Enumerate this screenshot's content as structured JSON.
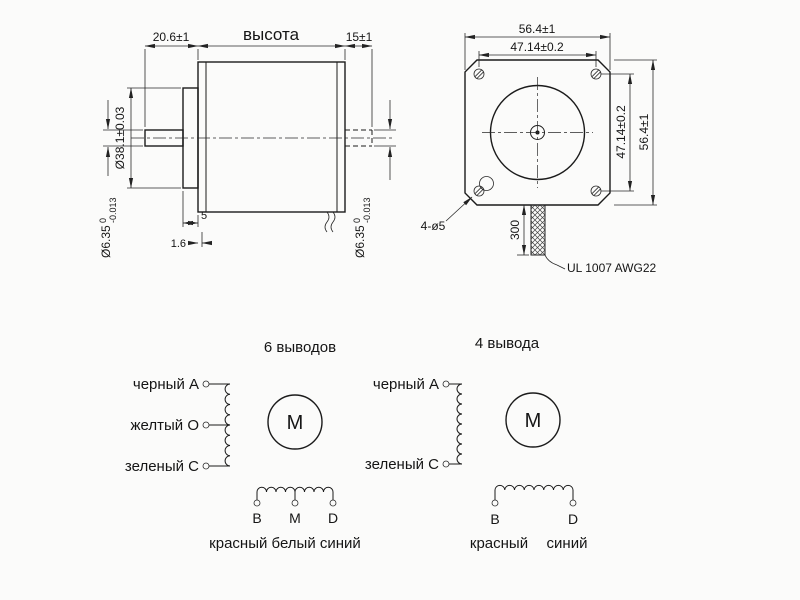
{
  "drawing": {
    "side_view": {
      "dim_shaft_length": "20.6±1",
      "dim_body_length_label": "высота",
      "dim_rear_shaft": "15±1",
      "dim_pilot_diameter": "Ø38.1±0.03",
      "front_shaft": {
        "dia": "Ø6.35",
        "tol_upper": "0",
        "tol_lower": "-0.013"
      },
      "rear_shaft": {
        "dia": "Ø6.35",
        "tol_upper": "0",
        "tol_lower": "-0.013"
      },
      "dim_boss_height": "5",
      "dim_step": "1.6"
    },
    "front_view": {
      "dim_outer_width": "56.4±1",
      "dim_hole_spacing_h": "47.14±0.2",
      "dim_hole_spacing_v": "47.14±0.2",
      "dim_outer_height": "56.4±1",
      "holes_label": "4-ø5",
      "cable_length": "300",
      "cable_spec": "UL 1007 AWG22"
    }
  },
  "wiring": {
    "six_lead": {
      "title": "6 выводов",
      "lead_a": "черный A",
      "lead_o": "желтый O",
      "lead_c": "зеленый C",
      "motor_label": "M",
      "terminal_b": "B",
      "terminal_m": "M",
      "terminal_d": "D",
      "terminal_colors": "красный белый синий"
    },
    "four_lead": {
      "title": "4 вывода",
      "lead_a": "черный A",
      "lead_c": "зеленый C",
      "motor_label": "M",
      "terminal_b": "B",
      "terminal_d": "D",
      "color_b": "красный",
      "color_d": "синий"
    }
  }
}
